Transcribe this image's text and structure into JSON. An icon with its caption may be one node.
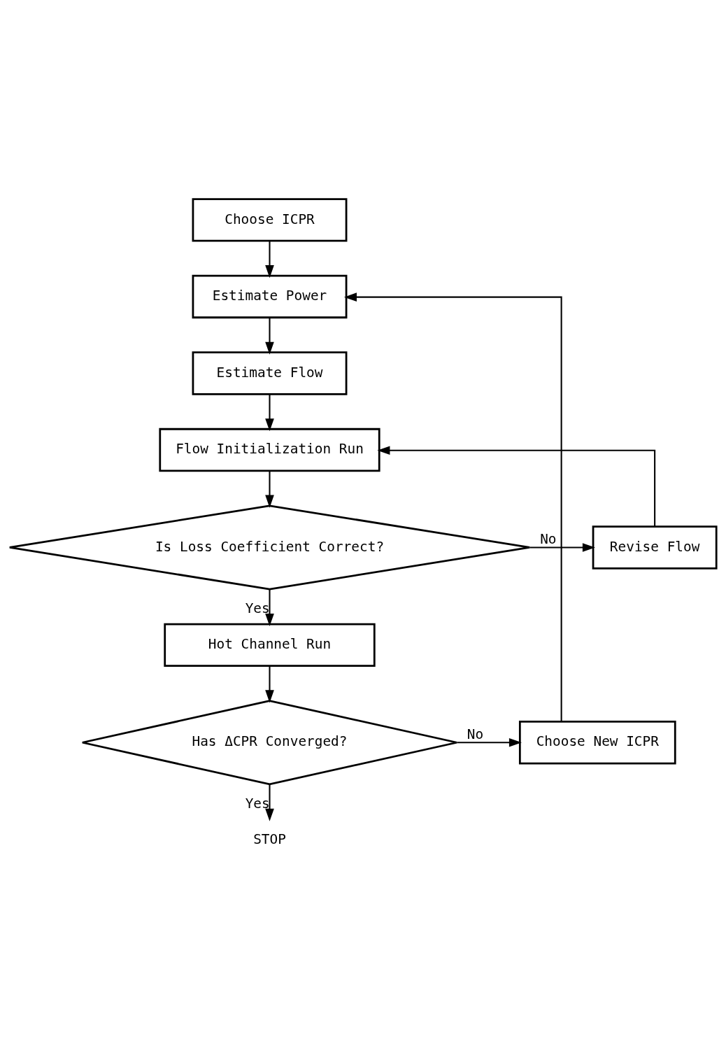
{
  "diagram": {
    "nodes": [
      {
        "text": [
          "Choose ICPR"
        ]
      },
      {
        "text": [
          "Estimate Power"
        ]
      },
      {
        "text": [
          "Estimate Flow"
        ]
      },
      {
        "text": [
          "Flow Initialization Run"
        ]
      },
      {
        "text": [
          "Is Loss Coefficient Correct?"
        ]
      },
      {
        "text": [
          "Revise Flow"
        ]
      },
      {
        "text": [
          "Hot Channel Run"
        ]
      },
      {
        "text": [
          "Has ΔCPR Converged?"
        ]
      },
      {
        "text": [
          "Choose New ICPR"
        ]
      },
      {
        "text": [
          "STOP"
        ]
      }
    ],
    "edges": [
      {
        "from": 0,
        "to": 1,
        "arrow": "to"
      },
      {
        "from": 1,
        "to": 2,
        "arrow": "to"
      },
      {
        "from": 2,
        "to": 3,
        "arrow": "to"
      },
      {
        "from": 3,
        "to": 4,
        "arrow": "to"
      },
      {
        "from": 4,
        "to": 5,
        "arrow": "to",
        "label": "No"
      },
      {
        "from": 5,
        "to": 3,
        "arrow": "to"
      },
      {
        "from": 4,
        "to": 6,
        "arrow": "to",
        "label": "Yes"
      },
      {
        "from": 6,
        "to": 7,
        "arrow": "to"
      },
      {
        "from": 7,
        "to": 8,
        "arrow": "to",
        "label": "No"
      },
      {
        "from": 8,
        "to": 1,
        "arrow": "to"
      },
      {
        "from": 7,
        "to": 9,
        "arrow": "to",
        "label": "Yes"
      }
    ]
  }
}
